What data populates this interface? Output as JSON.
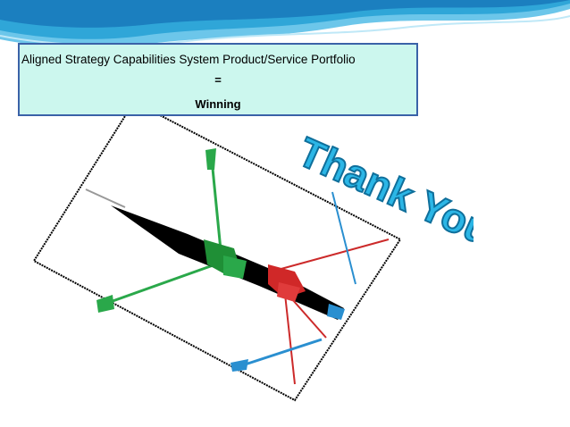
{
  "slide": {
    "line1": "Aligned Strategy Capabilities System Product/Service Portfolio",
    "line2": "=",
    "line3": "Winning",
    "thank_you": "Thank You"
  },
  "icons": [
    "header-wave-decoration",
    "rowing-shell-illustration",
    "thank-you-wordart"
  ],
  "colors": {
    "wave_blue": "#2fa6d8",
    "textbox_fill": "#ccf7ee",
    "textbox_border": "#3a62a8",
    "wordart_fill": "#2bb6e6",
    "oar_green": "#2aa84a",
    "oar_red": "#cc2a2a",
    "oar_blue": "#2a8fd0"
  }
}
